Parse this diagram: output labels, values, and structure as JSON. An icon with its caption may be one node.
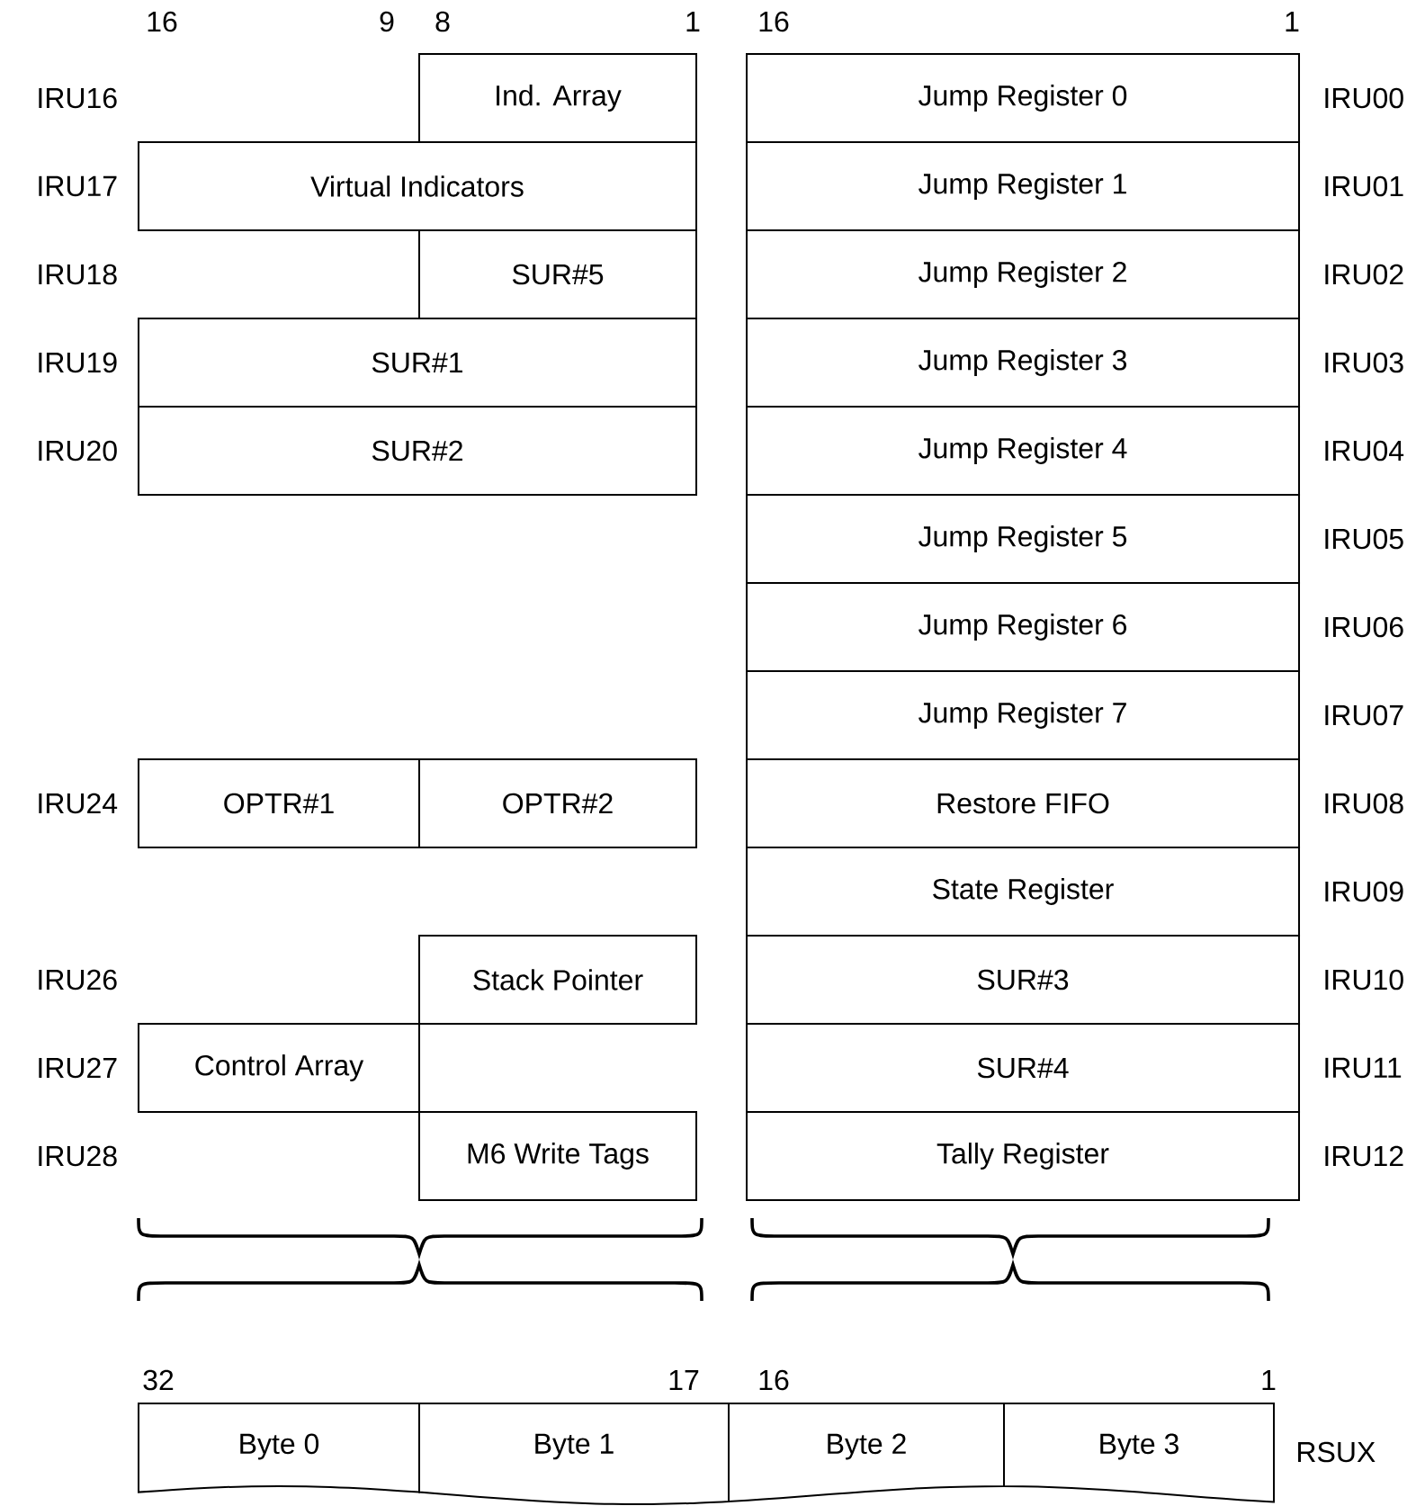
{
  "diagram": {
    "nodes": [
      {
        "text": [
          "Ind. Array"
        ]
      },
      {
        "text": [
          "Jump Register 0"
        ]
      },
      {
        "text": [
          "Virtual Indicators"
        ]
      },
      {
        "text": [
          "Jump Register 1"
        ]
      },
      {
        "text": [
          "SUR#5"
        ]
      },
      {
        "text": [
          "Jump Register 2"
        ]
      },
      {
        "text": [
          "SUR#1"
        ]
      },
      {
        "text": [
          "Jump Register 3"
        ]
      },
      {
        "text": [
          "SUR#2"
        ]
      },
      {
        "text": [
          "Jump Register 4"
        ]
      },
      {
        "text": [
          "Jump Register 5"
        ]
      },
      {
        "text": [
          "Jump Register 6"
        ]
      },
      {
        "text": [
          "Jump Register 7"
        ]
      },
      {
        "text": [
          "OPTR#1"
        ]
      },
      {
        "text": [
          "OPTR#2"
        ]
      },
      {
        "text": [
          "Restore FIFO"
        ]
      },
      {
        "text": [
          "State Register"
        ]
      },
      {
        "text": [
          "Stack Pointer"
        ]
      },
      {
        "text": [
          "SUR#3"
        ]
      },
      {
        "text": [
          "Control Array"
        ]
      },
      {
        "text": [
          "SUR#4"
        ]
      },
      {
        "text": [
          "M6 Write Tags"
        ]
      },
      {
        "text": [
          "Tally Register"
        ]
      },
      {
        "text": [
          "Byte 0"
        ]
      },
      {
        "text": [
          "Byte 1"
        ]
      },
      {
        "text": [
          "Byte 2"
        ]
      },
      {
        "text": [
          "Byte 3"
        ]
      }
    ],
    "labels": [
      "16",
      "9",
      "8",
      "1",
      "16",
      "1",
      "IRU16",
      "IRU00",
      "IRU17",
      "IRU01",
      "IRU18",
      "IRU02",
      "IRU19",
      "IRU03",
      "IRU20",
      "IRU04",
      "IRU05",
      "IRU06",
      "IRU07",
      "IRU24",
      "IRU08",
      "IRU09",
      "IRU26",
      "IRU10",
      "IRU27",
      "IRU11",
      "IRU28",
      "IRU12",
      "32",
      "17",
      "16",
      "1",
      "RSUX"
    ]
  }
}
